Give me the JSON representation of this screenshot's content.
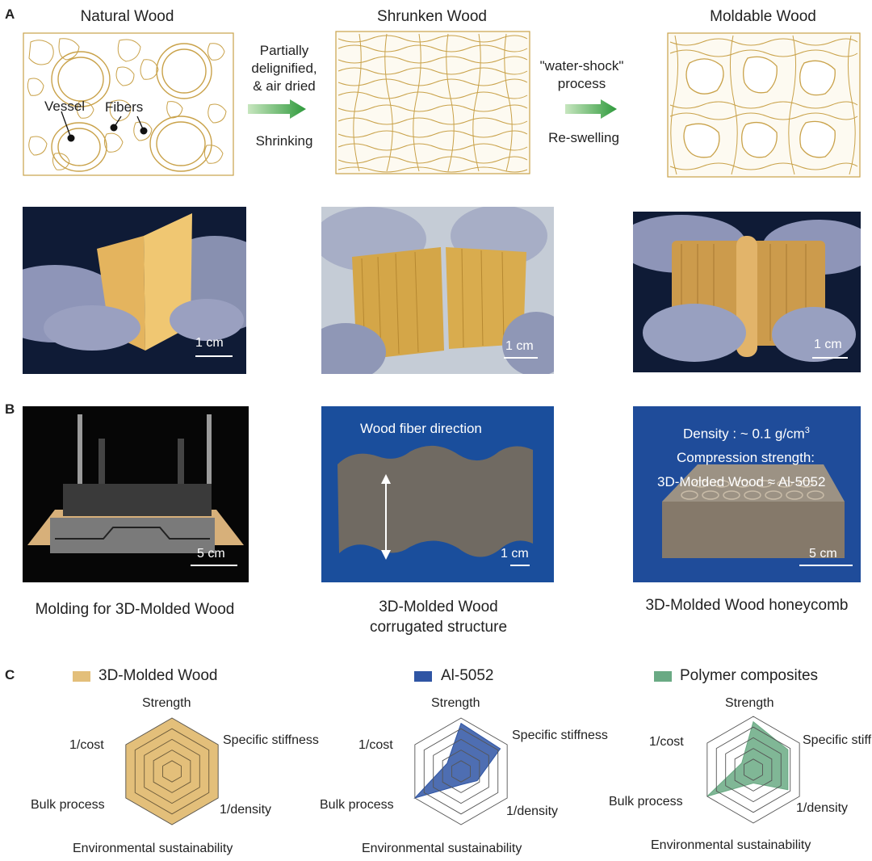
{
  "panel_a": {
    "letter": "A",
    "natural_title": "Natural Wood",
    "shrunken_title": "Shrunken Wood",
    "moldable_title": "Moldable Wood",
    "vessel_label": "Vessel",
    "fibers_label": "Fibers",
    "step1_top": [
      "Partially",
      "delignified,",
      "& air dried"
    ],
    "step1_bottom": "Shrinking",
    "step2_top": [
      "\"water-shock\"",
      "process"
    ],
    "step2_bottom": "Re-swelling",
    "scale_1cm": "1 cm"
  },
  "panel_b": {
    "letter": "B",
    "mold_caption": "Molding for 3D-Molded Wood",
    "corr_caption": [
      "3D-Molded Wood",
      "corrugated structure"
    ],
    "honey_caption": "3D-Molded Wood honeycomb",
    "fiber_direction": "Wood fiber direction",
    "density_prefix": "Density : ~ 0.1 g/cm",
    "density_sup": "3",
    "compression1": "Compression strength:",
    "compression2": "3D-Molded Wood ≈ Al-5052",
    "scale_5cm": "5 cm",
    "scale_1cm": "1 cm"
  },
  "panel_c": {
    "letter": "C",
    "axes": [
      "Strength",
      "Specific stiffness",
      "1/density",
      "Environmental sustainability",
      "Bulk process",
      "1/cost"
    ],
    "charts": [
      {
        "legend": "3D-Molded Wood",
        "color": "#e3bf7a",
        "values": [
          1,
          1,
          1,
          1,
          1,
          1
        ]
      },
      {
        "legend": "Al-5052",
        "color": "#2f55a4",
        "values": [
          0.9,
          0.85,
          0.35,
          0.25,
          1.0,
          0.3
        ]
      },
      {
        "legend": "Polymer composites",
        "color": "#6aaa84",
        "values": [
          0.9,
          0.75,
          0.75,
          0.25,
          1.0,
          0.25
        ]
      }
    ]
  }
}
